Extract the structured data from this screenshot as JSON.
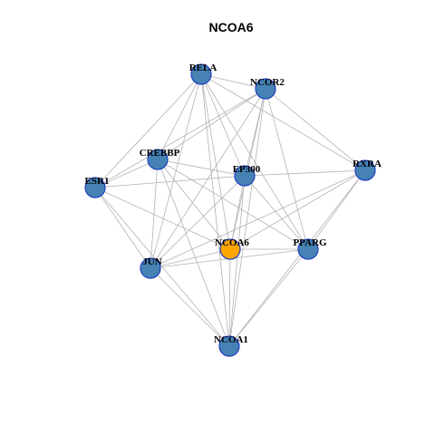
{
  "title": "NCOA6",
  "colors": {
    "background": "#ffffff",
    "node_fill": "#4682b4",
    "node_stroke": "#1f3fbf",
    "hub_fill": "#ffa500",
    "hub_stroke": "#1f3fbf",
    "edge": "#b3b3b3"
  },
  "nodes": [
    {
      "id": "RELA",
      "label": "RELA",
      "hub": false
    },
    {
      "id": "NCOR2",
      "label": "NCOR2",
      "hub": false
    },
    {
      "id": "CREBBP",
      "label": "CREBBP",
      "hub": false
    },
    {
      "id": "EP300",
      "label": "EP300",
      "hub": false
    },
    {
      "id": "RXRA",
      "label": "RXRA",
      "hub": false
    },
    {
      "id": "ESR1",
      "label": "ESR1",
      "hub": false
    },
    {
      "id": "NCOA6",
      "label": "NCOA6",
      "hub": true
    },
    {
      "id": "PPARG",
      "label": "PPARG",
      "hub": false
    },
    {
      "id": "JUN",
      "label": "JUN",
      "hub": false
    },
    {
      "id": "NCOA1",
      "label": "NCOA1",
      "hub": false
    }
  ],
  "edges": [
    [
      "RELA",
      "NCOR2"
    ],
    [
      "RELA",
      "CREBBP"
    ],
    [
      "RELA",
      "EP300"
    ],
    [
      "RELA",
      "RXRA"
    ],
    [
      "RELA",
      "ESR1"
    ],
    [
      "RELA",
      "NCOA6"
    ],
    [
      "RELA",
      "PPARG"
    ],
    [
      "RELA",
      "JUN"
    ],
    [
      "RELA",
      "NCOA1"
    ],
    [
      "NCOR2",
      "CREBBP"
    ],
    [
      "NCOR2",
      "EP300"
    ],
    [
      "NCOR2",
      "RXRA"
    ],
    [
      "NCOR2",
      "ESR1"
    ],
    [
      "NCOR2",
      "NCOA6"
    ],
    [
      "NCOR2",
      "PPARG"
    ],
    [
      "NCOR2",
      "JUN"
    ],
    [
      "NCOR2",
      "NCOA1"
    ],
    [
      "CREBBP",
      "EP300"
    ],
    [
      "CREBBP",
      "ESR1"
    ],
    [
      "CREBBP",
      "NCOA6"
    ],
    [
      "CREBBP",
      "PPARG"
    ],
    [
      "CREBBP",
      "JUN"
    ],
    [
      "CREBBP",
      "NCOA1"
    ],
    [
      "EP300",
      "RXRA"
    ],
    [
      "EP300",
      "ESR1"
    ],
    [
      "EP300",
      "NCOA6"
    ],
    [
      "EP300",
      "PPARG"
    ],
    [
      "EP300",
      "JUN"
    ],
    [
      "EP300",
      "NCOA1"
    ],
    [
      "RXRA",
      "NCOA6"
    ],
    [
      "RXRA",
      "PPARG"
    ],
    [
      "RXRA",
      "JUN"
    ],
    [
      "RXRA",
      "NCOA1"
    ],
    [
      "ESR1",
      "NCOA6"
    ],
    [
      "ESR1",
      "JUN"
    ],
    [
      "ESR1",
      "NCOA1"
    ],
    [
      "NCOA6",
      "PPARG"
    ],
    [
      "NCOA6",
      "JUN"
    ],
    [
      "NCOA6",
      "NCOA1"
    ],
    [
      "PPARG",
      "JUN"
    ],
    [
      "PPARG",
      "NCOA1"
    ],
    [
      "JUN",
      "NCOA1"
    ]
  ]
}
